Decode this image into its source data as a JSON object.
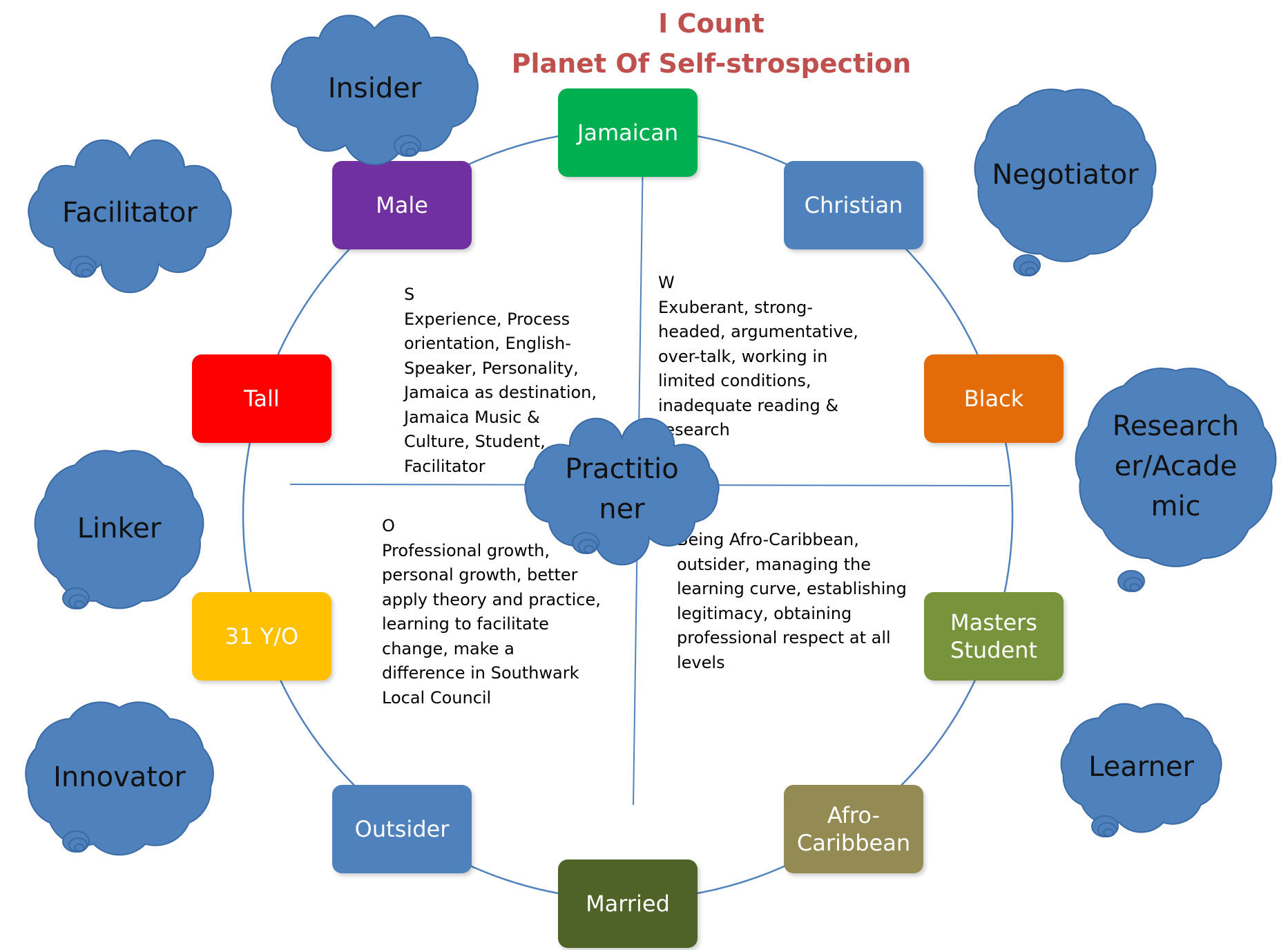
{
  "title": {
    "line1": "I Count",
    "line2": "Planet Of Self-strospection"
  },
  "colors": {
    "title": "#c0504d",
    "ring": "#4f81bd",
    "axis": "#4f81bd",
    "cloud_fill": "#4f81bd",
    "cloud_stroke": "#3a6aa5"
  },
  "nodes": [
    {
      "id": "jamaican",
      "label": "Jamaican",
      "color": "#00b050"
    },
    {
      "id": "christian",
      "label": "Christian",
      "color": "#4f81bd"
    },
    {
      "id": "black",
      "label": "Black",
      "color": "#e36c09"
    },
    {
      "id": "masters-student",
      "label": "Masters\nStudent",
      "color": "#77933c"
    },
    {
      "id": "afro-caribbean",
      "label": "Afro-\nCaribbean",
      "color": "#948a54"
    },
    {
      "id": "married",
      "label": "Married",
      "color": "#4f6228"
    },
    {
      "id": "outsider",
      "label": "Outsider",
      "color": "#4f81bd"
    },
    {
      "id": "31yo",
      "label": "31 Y/O",
      "color": "#ffc000"
    },
    {
      "id": "tall",
      "label": "Tall",
      "color": "#ff0000"
    },
    {
      "id": "male",
      "label": "Male",
      "color": "#7030a0"
    }
  ],
  "quadrants": {
    "strengths": "S\nExperience, Process\norientation, English-\nSpeaker, Personality,\nJamaica as destination,\nJamaica Music &\nCulture, Student,\nFacilitator",
    "weaknesses": "W\nExuberant, strong-\nheaded, argumentative,\nover-talk, working in\nlimited conditions,\ninadequate reading &\nresearch",
    "opportunities": "O\nProfessional growth,\npersonal growth, better\napply theory and practice,\nlearning to facilitate\nchange, make a\ndifference in Southwark\nLocal Council",
    "threats": "Being Afro-Caribbean,\noutsider, managing the\nlearning curve, establishing\nlegitimacy, obtaining\nprofessional respect at all\nlevels"
  },
  "clouds": [
    {
      "id": "insider",
      "label": "Insider"
    },
    {
      "id": "facilitator",
      "label": "Facilitator"
    },
    {
      "id": "negotiator",
      "label": "Negotiator"
    },
    {
      "id": "research",
      "label": "Research\ner/Acade\nmic"
    },
    {
      "id": "linker",
      "label": "Linker"
    },
    {
      "id": "practitioner",
      "label": "Practitio\nner"
    },
    {
      "id": "innovator",
      "label": "Innovator"
    },
    {
      "id": "learner",
      "label": "Learner"
    }
  ]
}
